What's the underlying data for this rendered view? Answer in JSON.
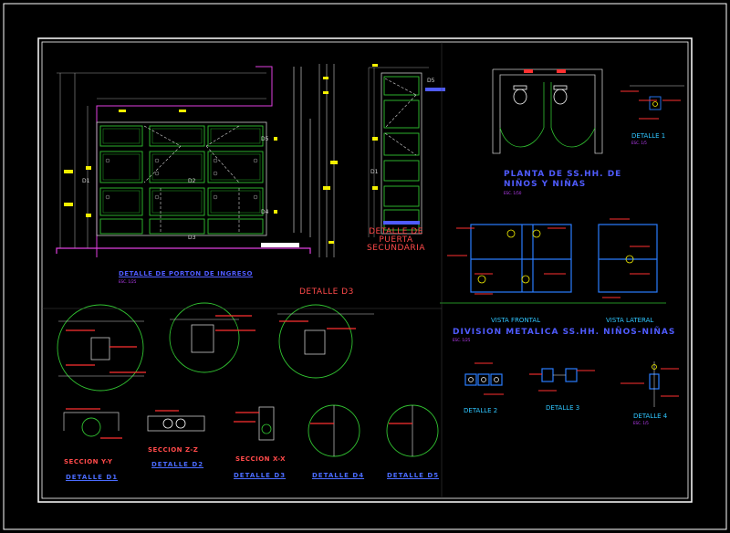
{
  "titles": {
    "porton": "DETALLE DE PORTON DE INGRESO",
    "puerta": "DETALLE DE PUERTA SECUNDARIA",
    "planta": "PLANTA DE SS.HH. DE NIÑOS Y NIÑAS",
    "detalle_d3": "DETALLE D3",
    "division": "DIVISION METALICA SS.HH. NIÑOS-NIÑAS"
  },
  "scales": {
    "porton": "ESC. 1/25",
    "planta": "ESC. 1/50",
    "division": "ESC. 1/25",
    "detalle1": "ESC. 1/5",
    "detalle4": "ESC. 1/5"
  },
  "captions": {
    "vista_frontal": "VISTA FRONTAL",
    "vista_lateral": "VISTA LATERAL",
    "detalle1": "DETALLE 1",
    "detalle2": "DETALLE 2",
    "detalle3": "DETALLE 3",
    "detalle4": "DETALLE 4",
    "seccion_yy": "SECCION Y-Y",
    "seccion_zz": "SECCION Z-Z",
    "seccion_xx": "SECCION X-X",
    "detalle_d1": "DETALLE D1",
    "detalle_d2": "DETALLE D2",
    "detalle_d3b": "DETALLE D3",
    "detalle_d4": "DETALLE D4",
    "detalle_d5": "DETALLE D5"
  },
  "markers": {
    "d1": "D1",
    "d2": "D2",
    "d3": "D3",
    "d4": "D4",
    "d5": "D5",
    "d1_puerta": "D1",
    "d5_puerta": "D5"
  },
  "colors": {
    "background": "#000000",
    "border": "#ffffff",
    "panel_line": "#31c231",
    "wall_magenta": "#e040e0",
    "partition_blue": "#2a7dff",
    "dimension_yellow": "#f4f000",
    "title_red": "#ff4a4a",
    "title_blue": "#4f5bff",
    "caption_cyan": "#2fc6ff"
  }
}
